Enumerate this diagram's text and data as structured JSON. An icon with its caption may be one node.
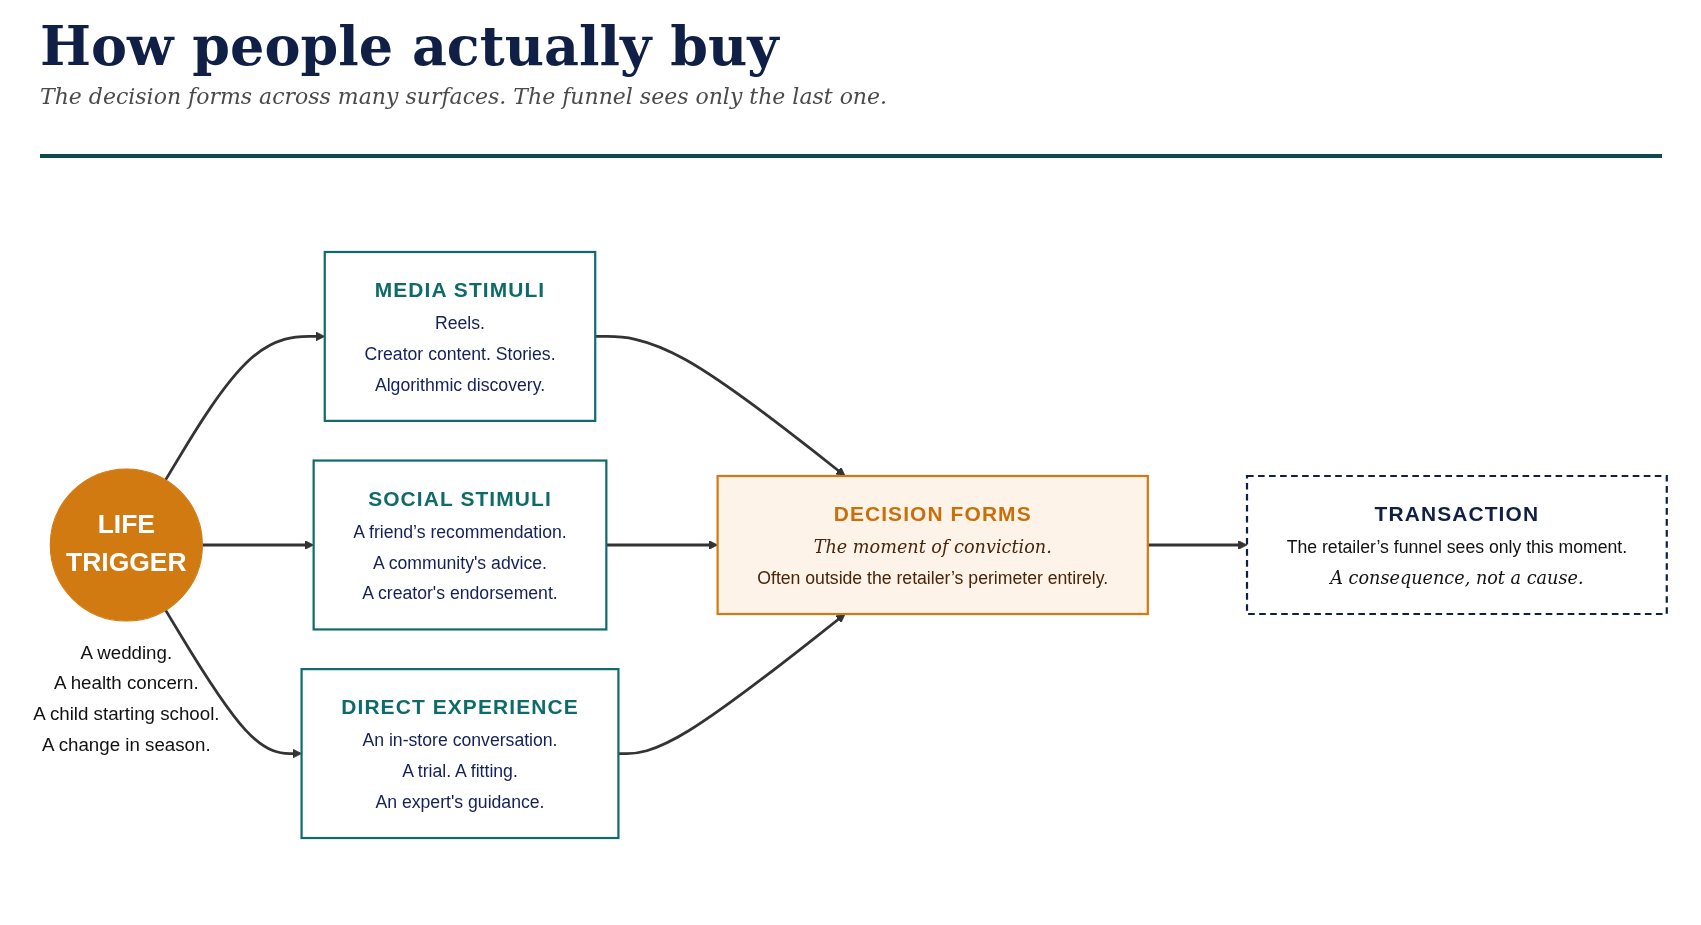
{
  "diagram": {
    "title": "How people actually buy",
    "nodes": [
      {
        "text": [
          "LIFE TRIGGER"
        ],
        "beside": [
          "A wedding.",
          "A health concern.",
          "A child starting school.",
          "A change in season."
        ]
      },
      {
        "text": [
          "MEDIA STIMULI",
          "Reels.",
          "Creator content. Stories.",
          "Algorithmic discovery."
        ]
      },
      {
        "text": [
          "SOCIAL STIMULI",
          "A friend’s recommendation.",
          "A community's advice.",
          "A creator's endorsement."
        ]
      },
      {
        "text": [
          "DIRECT EXPERIENCE",
          "An in-store conversation.",
          "A trial. A fitting.",
          "An expert's guidance."
        ]
      },
      {
        "text": [
          "DECISION FORMS",
          "The moment of conviction.",
          "Often outside the retailer’s perimeter entirely."
        ]
      },
      {
        "text": [
          "TRANSACTION",
          "The retailer’s funnel sees only this moment.",
          "A consequence, not a cause."
        ]
      }
    ],
    "edges": [
      {
        "from": 0,
        "to": 1,
        "arrow": "to"
      },
      {
        "from": 0,
        "to": 2,
        "arrow": "to"
      },
      {
        "from": 0,
        "to": 3,
        "arrow": "to"
      },
      {
        "from": 1,
        "to": 4,
        "arrow": "to"
      },
      {
        "from": 2,
        "to": 4,
        "arrow": "to"
      },
      {
        "from": 3,
        "to": 4,
        "arrow": "to"
      },
      {
        "from": 4,
        "to": 5,
        "arrow": "to"
      }
    ],
    "labels": [
      "The decision forms across many surfaces. The funnel sees only the last one."
    ]
  }
}
